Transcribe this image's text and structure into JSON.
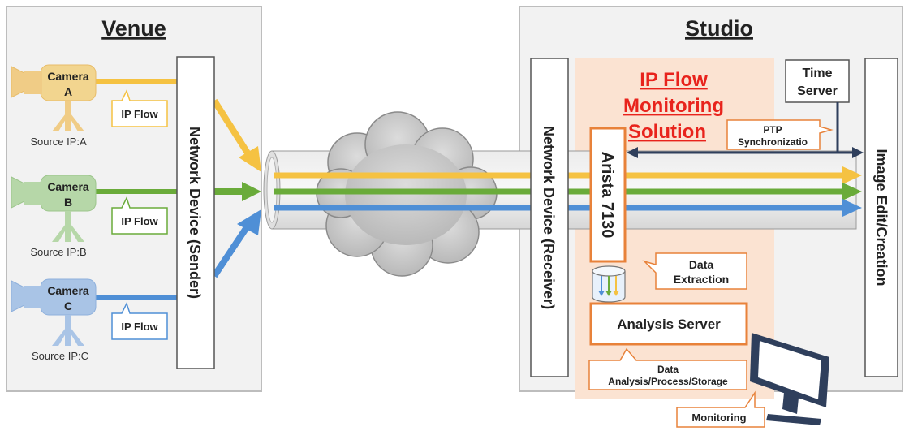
{
  "venue": {
    "title": "Venue",
    "network_device": "Network Device (Sender)",
    "cameras": [
      {
        "line1": "Camera",
        "line2": "A",
        "source": "Source IP:A",
        "flow_label": "IP Flow",
        "color": "#f5c242",
        "body": "#f2d58f",
        "stand": "#f0cc86"
      },
      {
        "line1": "Camera",
        "line2": "B",
        "source": "Source IP:B",
        "flow_label": "IP Flow",
        "color": "#6aab3a",
        "body": "#b6d7a8",
        "stand": "#b6d7a8"
      },
      {
        "line1": "Camera",
        "line2": "C",
        "source": "Source IP:C",
        "flow_label": "IP Flow",
        "color": "#4f8fd6",
        "body": "#a9c4e6",
        "stand": "#a9c4e6"
      }
    ]
  },
  "studio": {
    "title": "Studio",
    "network_device": "Network Device (Receiver)",
    "solution_title": [
      "IP Flow",
      "Monitoring",
      "Solution"
    ],
    "arista": "Arista 7130",
    "time_server": [
      "Time",
      "Server"
    ],
    "ptp": [
      "PTP",
      "Synchronizatio"
    ],
    "data_extraction": [
      "Data",
      "Extraction"
    ],
    "analysis_server": "Analysis Server",
    "analysis_desc": [
      "Data",
      "Analysis/Process/Storage"
    ],
    "monitoring": "Monitoring",
    "image_edit": "Image Edit/Creation"
  },
  "colors": {
    "flow_a": "#f5c242",
    "flow_b": "#6aab3a",
    "flow_c": "#4f8fd6",
    "accent_red": "#e8231c",
    "accent_orange": "#e8823a",
    "solution_bg": "#fbe3d2",
    "navy": "#2f3f5c"
  }
}
